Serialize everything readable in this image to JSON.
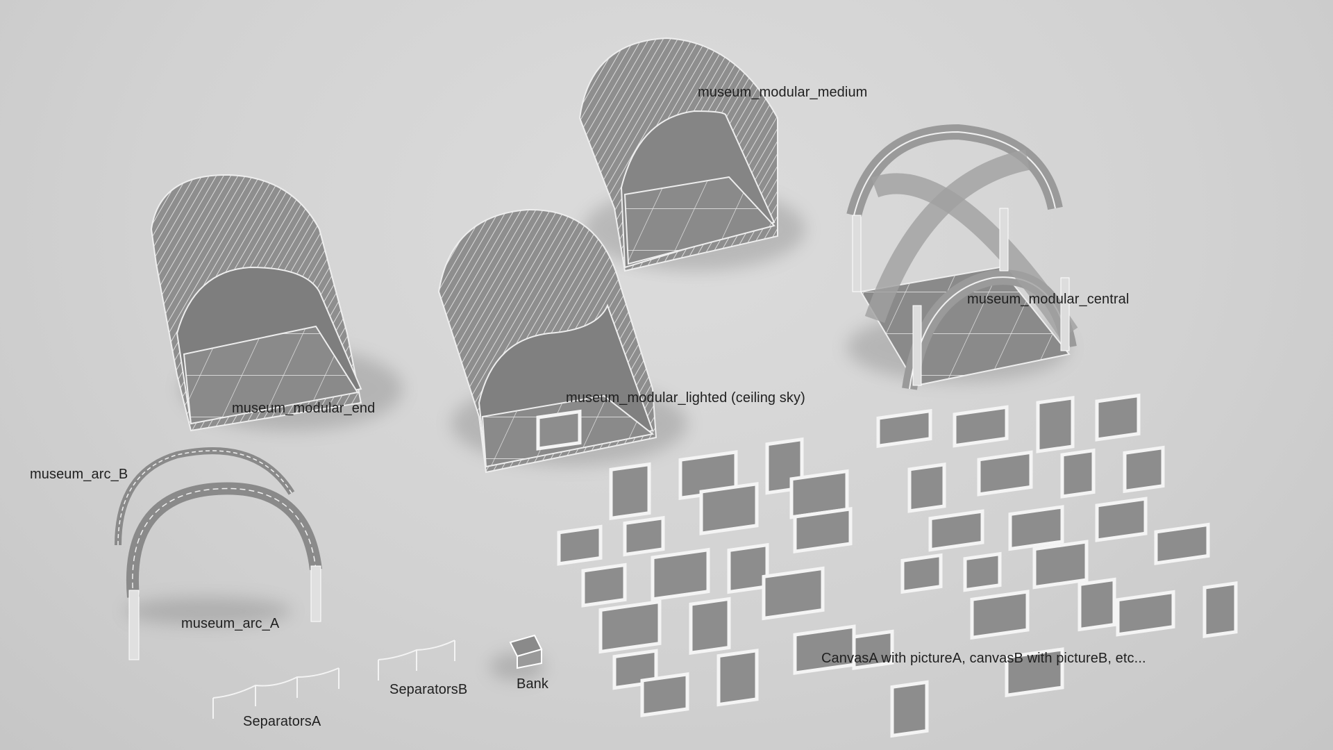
{
  "scene": {
    "background_color": "#d4d4d4",
    "model_color": "#8f8f8f",
    "wire_color": "#f2f2f2",
    "text_color": "#1f1f1f"
  },
  "labels": {
    "modular_medium": "museum_modular_medium",
    "modular_central": "museum_modular_central",
    "modular_end": "museum_modular_end",
    "modular_lighted": "museum_modular_lighted (ceiling sky)",
    "arc_b": "museum_arc_B",
    "arc_a": "museum_arc_A",
    "separators_a": "SeparatorsA",
    "separators_b": "SeparatorsB",
    "bank": "Bank",
    "canvases": "CanvasA with pictureA, canvasB with pictureB, etc..."
  }
}
